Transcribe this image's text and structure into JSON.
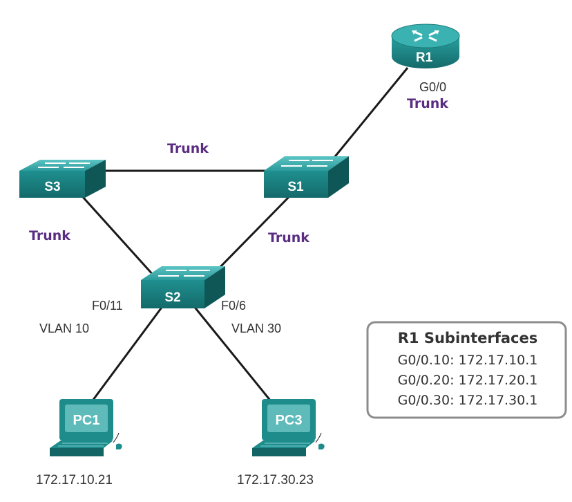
{
  "colors": {
    "trunk_label": "#5a2d82",
    "device": "#1f8c8c",
    "device_light": "#4fb6b6",
    "device_dark": "#136565",
    "link": "#1a1a1a",
    "legend_border": "#8c8c8c",
    "legend_fill": "#ffffff"
  },
  "devices": {
    "r1": {
      "label": "R1"
    },
    "s1": {
      "label": "S1"
    },
    "s2": {
      "label": "S2"
    },
    "s3": {
      "label": "S3"
    },
    "pc1": {
      "label": "PC1",
      "ip": "172.17.10.21"
    },
    "pc3": {
      "label": "PC3",
      "ip": "172.17.30.23"
    }
  },
  "links": {
    "r1_s1": {
      "label": "Trunk",
      "port": "G0/0"
    },
    "s3_s1": {
      "label": "Trunk"
    },
    "s3_s2": {
      "label": "Trunk"
    },
    "s1_s2": {
      "label": "Trunk"
    },
    "s2_pc1": {
      "port": "F0/11",
      "vlan": "VLAN 10"
    },
    "s2_pc3": {
      "port": "F0/6",
      "vlan": "VLAN 30"
    }
  },
  "legend": {
    "title": "R1 Subinterfaces",
    "rows": [
      "G0/0.10: 172.17.10.1",
      "G0/0.20: 172.17.20.1",
      "G0/0.30: 172.17.30.1"
    ]
  }
}
